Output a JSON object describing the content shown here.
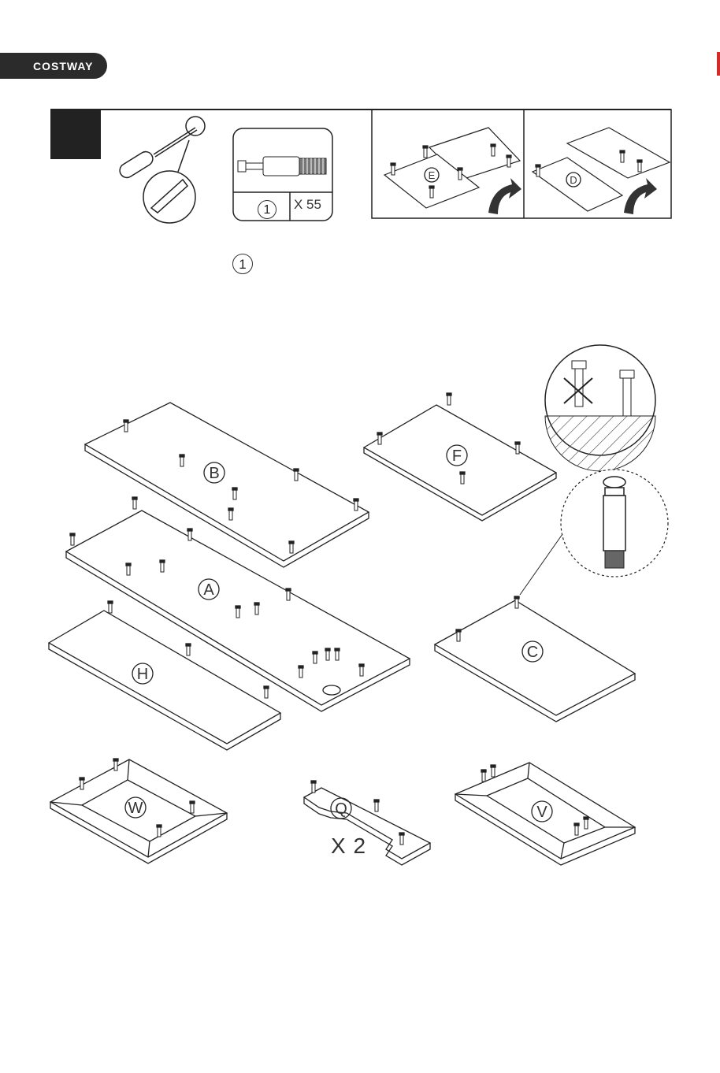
{
  "header": {
    "brand": "COSTWAY"
  },
  "parts_box": {
    "part_number": "1",
    "quantity": "X 55"
  },
  "instruction": {
    "part_number": "1"
  },
  "panels": {
    "B": "B",
    "A": "A",
    "H": "H",
    "F": "F",
    "C": "C",
    "E": "E",
    "D": "D",
    "W": "W",
    "Q": "Q",
    "V": "V"
  },
  "q_multiplier": "X 2",
  "colors": {
    "ink": "#2b2b2b",
    "accent": "#d32a2a",
    "hatch": "#555555"
  },
  "icons": [
    "screwdriver-icon",
    "cam-dowel-icon",
    "flip-arrow-icon",
    "wrong-insertion-icon",
    "cam-dowel-detail-icon"
  ]
}
